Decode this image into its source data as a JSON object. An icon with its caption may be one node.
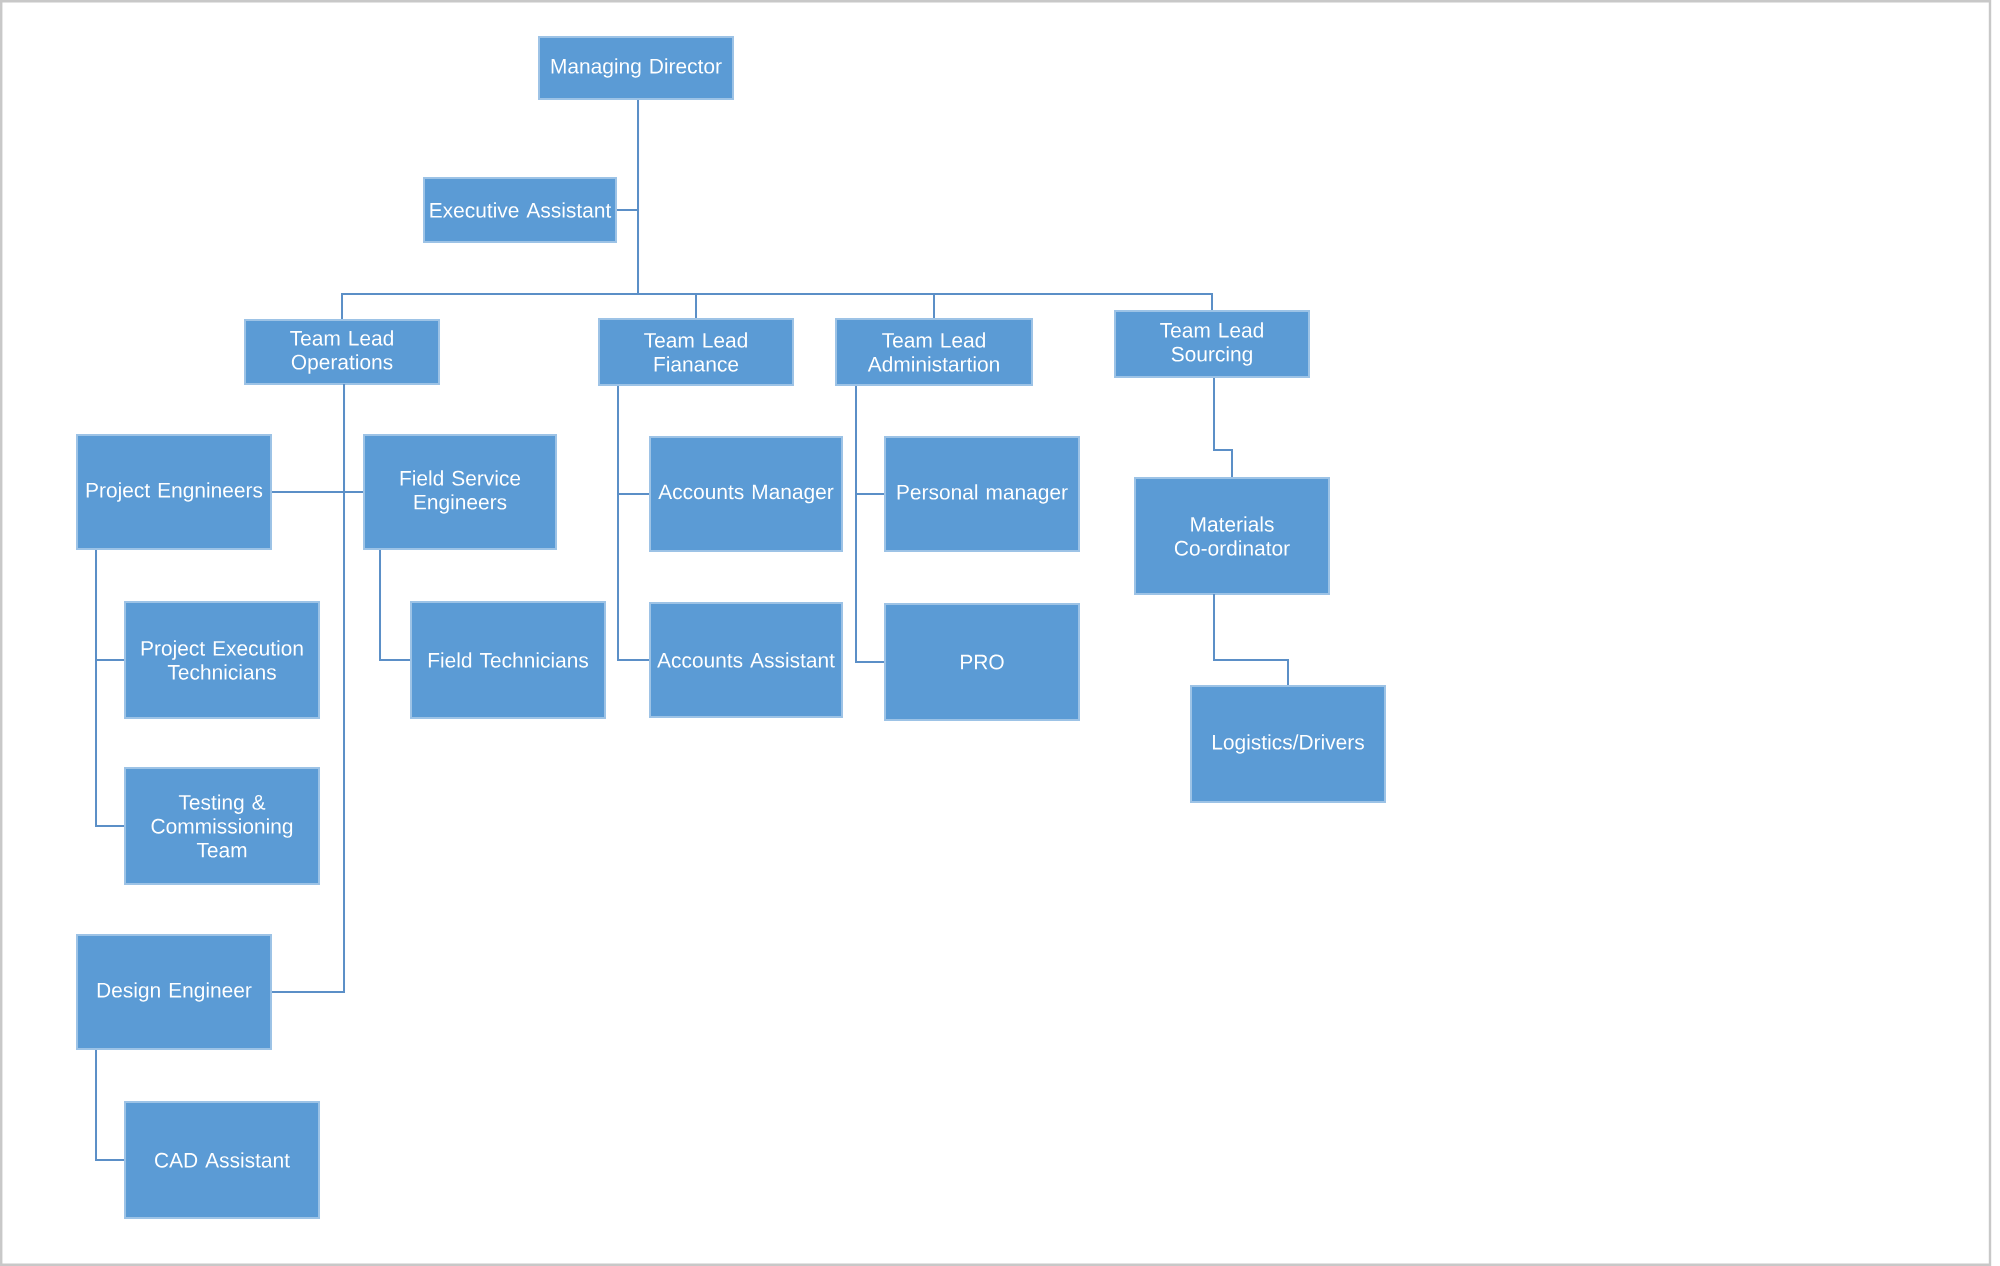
{
  "diagram": {
    "nodes": [
      {
        "text": [
          "Managing Director"
        ]
      },
      {
        "text": [
          "Executive Assistant"
        ]
      },
      {
        "text": [
          "Team Lead Operations"
        ]
      },
      {
        "text": [
          "Team Lead Fianance"
        ]
      },
      {
        "text": [
          "Team Lead Administartion"
        ]
      },
      {
        "text": [
          "Team Lead Sourcing"
        ]
      },
      {
        "text": [
          "Project Engnineers"
        ]
      },
      {
        "text": [
          "Field Service Engineers"
        ]
      },
      {
        "text": [
          "Project Execution Technicians"
        ]
      },
      {
        "text": [
          "Testing & Commissioning Team"
        ]
      },
      {
        "text": [
          "Design Engineer"
        ]
      },
      {
        "text": [
          "CAD Assistant"
        ]
      },
      {
        "text": [
          "Field Technicians"
        ]
      },
      {
        "text": [
          "Accounts Manager"
        ]
      },
      {
        "text": [
          "Accounts Assistant"
        ]
      },
      {
        "text": [
          "Personal manager"
        ]
      },
      {
        "text": [
          "PRO"
        ]
      },
      {
        "text": [
          "Materials Co-ordinator"
        ]
      },
      {
        "text": [
          "Logistics/Drivers"
        ]
      }
    ],
    "edges": [
      {
        "from": 0,
        "to": 1,
        "arrow": "none"
      },
      {
        "from": 0,
        "to": 2,
        "arrow": "none"
      },
      {
        "from": 0,
        "to": 3,
        "arrow": "none"
      },
      {
        "from": 0,
        "to": 4,
        "arrow": "none"
      },
      {
        "from": 0,
        "to": 5,
        "arrow": "none"
      },
      {
        "from": 2,
        "to": 6,
        "arrow": "none"
      },
      {
        "from": 2,
        "to": 7,
        "arrow": "none"
      },
      {
        "from": 2,
        "to": 10,
        "arrow": "none"
      },
      {
        "from": 6,
        "to": 8,
        "arrow": "none"
      },
      {
        "from": 6,
        "to": 9,
        "arrow": "none"
      },
      {
        "from": 7,
        "to": 12,
        "arrow": "none"
      },
      {
        "from": 10,
        "to": 11,
        "arrow": "none"
      },
      {
        "from": 3,
        "to": 13,
        "arrow": "none"
      },
      {
        "from": 3,
        "to": 14,
        "arrow": "none"
      },
      {
        "from": 4,
        "to": 15,
        "arrow": "none"
      },
      {
        "from": 4,
        "to": 16,
        "arrow": "none"
      },
      {
        "from": 5,
        "to": 17,
        "arrow": "none"
      },
      {
        "from": 17,
        "to": 18,
        "arrow": "none"
      }
    ]
  }
}
